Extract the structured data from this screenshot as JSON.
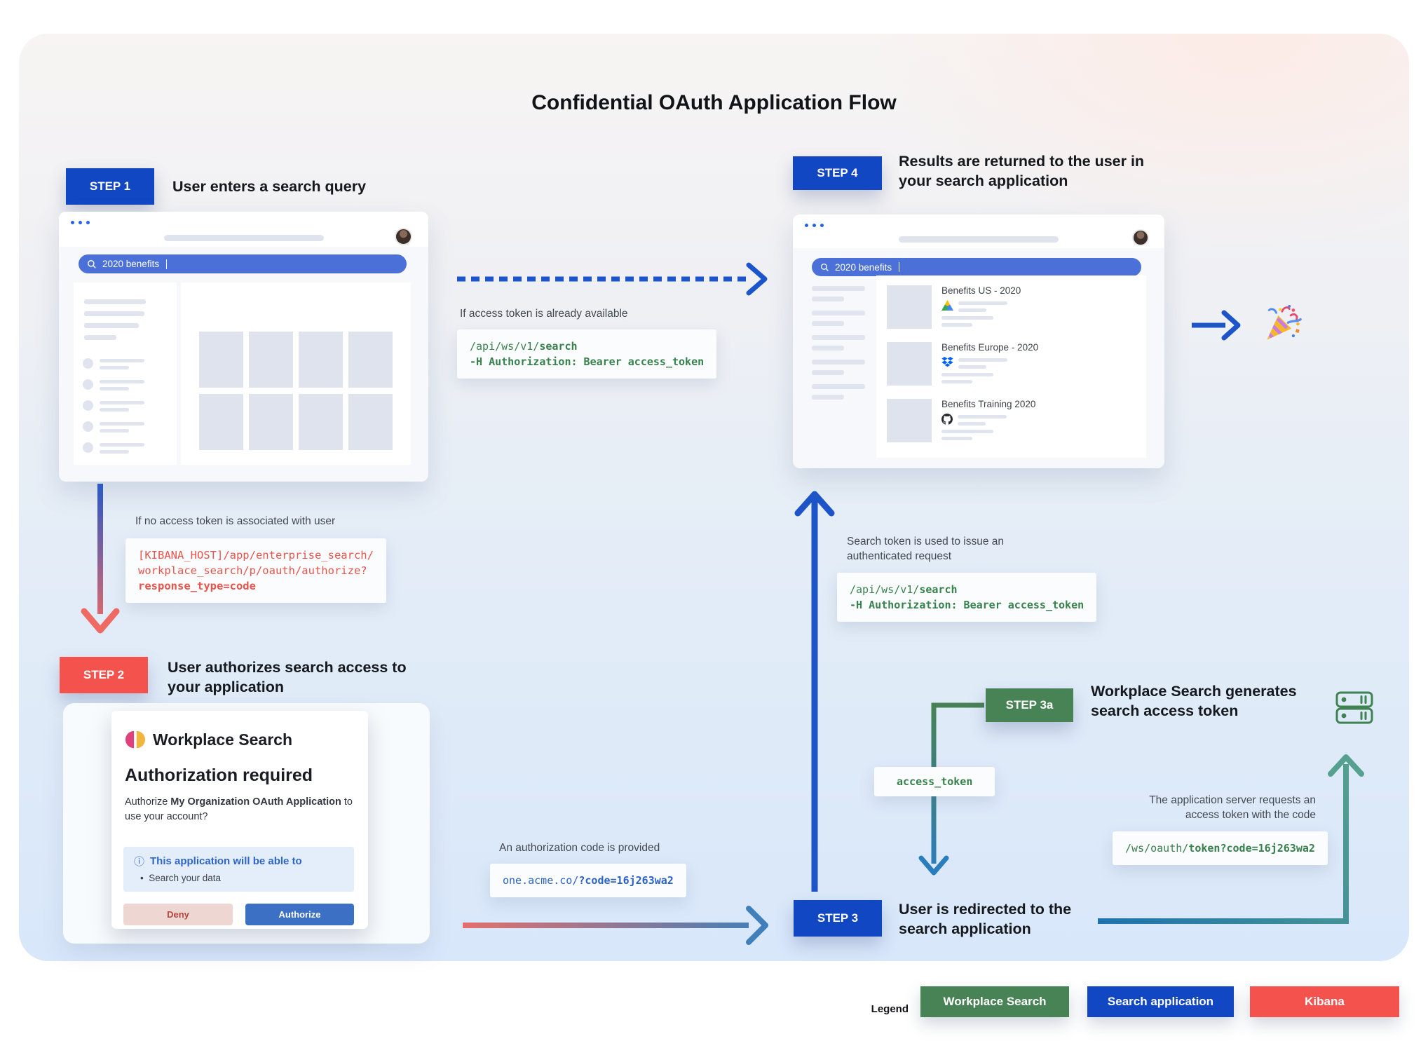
{
  "title": "Confidential OAuth Application Flow",
  "colors": {
    "step_blue": "#1247c4",
    "step_red": "#f4524d",
    "step_green": "#478355",
    "code_green": "#37814d",
    "code_red": "#e8544c",
    "code_blue": "#2a62c6",
    "searchbar_blue": "#4b71d9",
    "canvas_top": "#f7f4f3",
    "canvas_bottom": "#d8e7fa"
  },
  "steps": {
    "step1": {
      "badge": "STEP 1",
      "heading": "User enters a search query"
    },
    "step2": {
      "badge": "STEP 2",
      "heading": "User authorizes search access to your application"
    },
    "step3": {
      "badge": "STEP 3",
      "heading": "User is redirected to the search application"
    },
    "step3a": {
      "badge": "STEP 3a",
      "heading": "Workplace Search generates search access token"
    },
    "step4": {
      "badge": "STEP 4",
      "heading": "Results are returned to the user in your search application"
    }
  },
  "browser_step1": {
    "search_query": "2020 benefits"
  },
  "browser_step4": {
    "search_query": "2020 benefits",
    "results": [
      {
        "title": "Benefits US - 2020",
        "source_icon": "google-drive-icon"
      },
      {
        "title": "Benefits Europe - 2020",
        "source_icon": "dropbox-icon"
      },
      {
        "title": "Benefits Training 2020",
        "source_icon": "github-icon"
      }
    ]
  },
  "annotations": {
    "token_available": {
      "label": "If access token is already available",
      "code": {
        "line1_pre": "/api/ws/v1/",
        "line1_bold": "search",
        "line2_bold": "-H Authorization: Bearer access_token"
      }
    },
    "no_token": {
      "label": "If no access token is associated with user",
      "code": {
        "line1": "[KIBANA_HOST]/app/enterprise_search/",
        "line2": "workplace_search/p/oauth/authorize?",
        "line3_bold": "response_type=code"
      }
    },
    "auth_code": {
      "label": "An authorization code is provided",
      "code": {
        "pre": "one.acme.co/",
        "bold": "?code=16j263wa2"
      }
    },
    "search_token": {
      "label": "Search token is used to issue an authenticated request",
      "code": {
        "line1_pre": "/api/ws/v1/",
        "line1_bold": "search",
        "line2_bold": "-H Authorization: Bearer access_token"
      }
    },
    "app_server": {
      "label": "The application server requests an access token with the code",
      "code": {
        "pre": "/ws/oauth/",
        "bold": "token?code=16j263wa2"
      }
    },
    "access_token": {
      "code": "access_token"
    }
  },
  "dialog": {
    "app_name": "Workplace Search",
    "heading": "Authorization required",
    "body": {
      "pre": "Authorize ",
      "bold": "My Organization OAuth Application",
      "post": " to use your account?"
    },
    "info_icon": "ⓘ",
    "permissions_title": "This application will be able to",
    "permission_bullet": "•",
    "permissions": [
      "Search your data"
    ],
    "deny_label": "Deny",
    "authorize_label": "Authorize"
  },
  "legend": {
    "label": "Legend",
    "items": [
      {
        "label": "Workplace Search",
        "color": "#478355"
      },
      {
        "label": "Search application",
        "color": "#1247c4"
      },
      {
        "label": "Kibana",
        "color": "#f4524d"
      }
    ]
  },
  "celebration_icon": "party-popper"
}
